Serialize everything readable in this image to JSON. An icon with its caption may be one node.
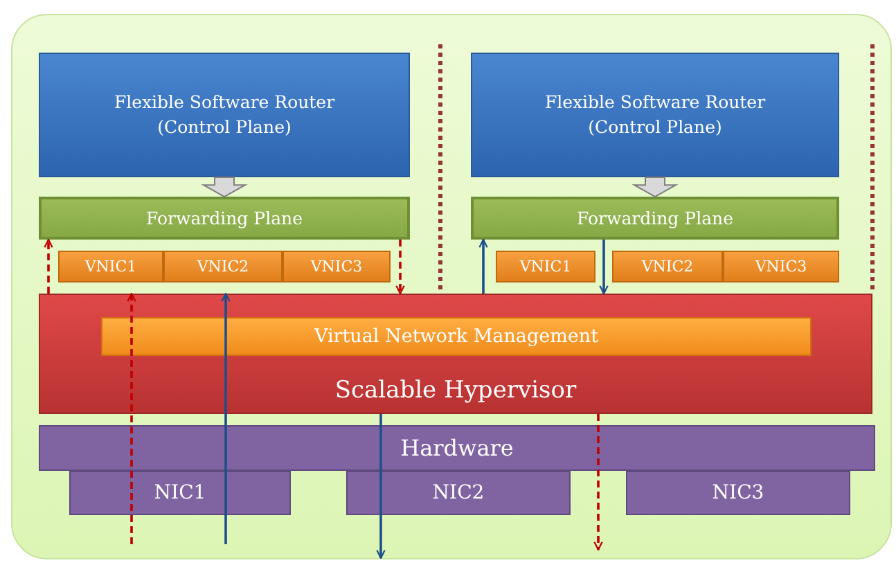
{
  "diagram": {
    "nodes": [
      {
        "text": [
          "Flexible Software Router (Control Plane)"
        ]
      },
      {
        "text": [
          "Forwarding Plane"
        ]
      },
      {
        "text": [
          "VNIC1"
        ]
      },
      {
        "text": [
          "VNIC2"
        ]
      },
      {
        "text": [
          "VNIC3"
        ]
      },
      {
        "text": [
          "Flexible Software Router (Control Plane)"
        ]
      },
      {
        "text": [
          "Forwarding Plane"
        ]
      },
      {
        "text": [
          "VNIC1"
        ]
      },
      {
        "text": [
          "VNIC2"
        ]
      },
      {
        "text": [
          "VNIC3"
        ]
      },
      {
        "text": [
          "Scalable Hypervisor"
        ]
      },
      {
        "text": [
          "Virtual Network Management"
        ],
        "in": 10
      },
      {
        "text": [
          "Hardware"
        ]
      },
      {
        "text": [
          "NIC1"
        ]
      },
      {
        "text": [
          "NIC2"
        ]
      },
      {
        "text": [
          "NIC3"
        ]
      }
    ],
    "edges": [
      {
        "from": 0,
        "to": 1,
        "arrow": "to",
        "style": "thick",
        "color": "#d9d9d9"
      },
      {
        "from": 5,
        "to": 6,
        "arrow": "to",
        "style": "thick",
        "color": "#d9d9d9"
      },
      {
        "from": 10,
        "to": 1,
        "arrow": "to",
        "style": "dashed",
        "color": "#c00000"
      },
      {
        "from": 1,
        "to": 10,
        "arrow": "to",
        "style": "dashed",
        "color": "#c00000"
      },
      {
        "from": 10,
        "to": 6,
        "arrow": "to",
        "color": "#1f4e8c"
      },
      {
        "from": 6,
        "to": 10,
        "arrow": "to",
        "color": "#1f4e8c"
      },
      {
        "from": null,
        "to": 10,
        "arrow": "to",
        "style": "dashed",
        "color": "#c00000"
      },
      {
        "from": null,
        "to": 10,
        "arrow": "to",
        "color": "#1f4e8c"
      },
      {
        "from": 10,
        "to": null,
        "arrow": "to",
        "color": "#1f4e8c"
      },
      {
        "from": 10,
        "to": null,
        "arrow": "to",
        "style": "dashed",
        "color": "#c00000"
      }
    ]
  }
}
